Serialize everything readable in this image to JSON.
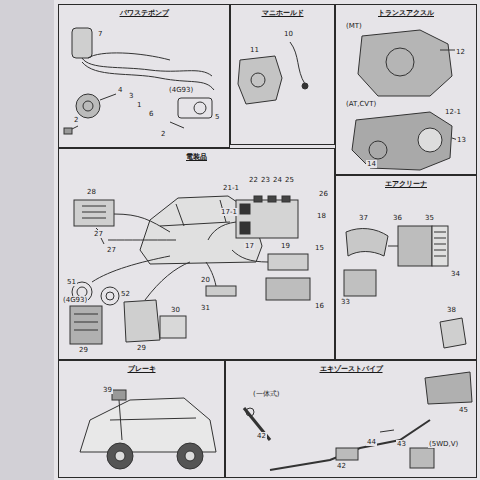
{
  "diagram": {
    "nodes": [
      {
        "text": [
          "パワステポンプ"
        ]
      },
      {
        "text": [
          "マニホールド"
        ]
      },
      {
        "text": [
          "トランスアクスル"
        ]
      },
      {
        "text": [
          "電装品"
        ]
      },
      {
        "text": [
          "エアクリーナ"
        ]
      },
      {
        "text": [
          "ブレーキ"
        ]
      },
      {
        "text": [
          "エキゾーストパイプ"
        ]
      }
    ],
    "labels": [
      "7",
      "4",
      "3",
      "1",
      "2",
      "(4G93)",
      "6",
      "5",
      "2",
      "11",
      "10",
      "(MT)",
      "12",
      "(AT,CVT)",
      "12-1",
      "13",
      "14",
      "28",
      "21-1",
      "22",
      "23",
      "24",
      "25",
      "26",
      "17-1",
      "18",
      "17",
      "19",
      "27",
      "27",
      "15",
      "20",
      "16",
      "51",
      "52",
      "30",
      "31",
      "(4G93)",
      "29",
      "29",
      "37",
      "36",
      "35",
      "33",
      "34",
      "38",
      "39",
      "45",
      "(一体式)",
      "42",
      "44",
      "43",
      "42",
      "(5WD,V)"
    ]
  }
}
